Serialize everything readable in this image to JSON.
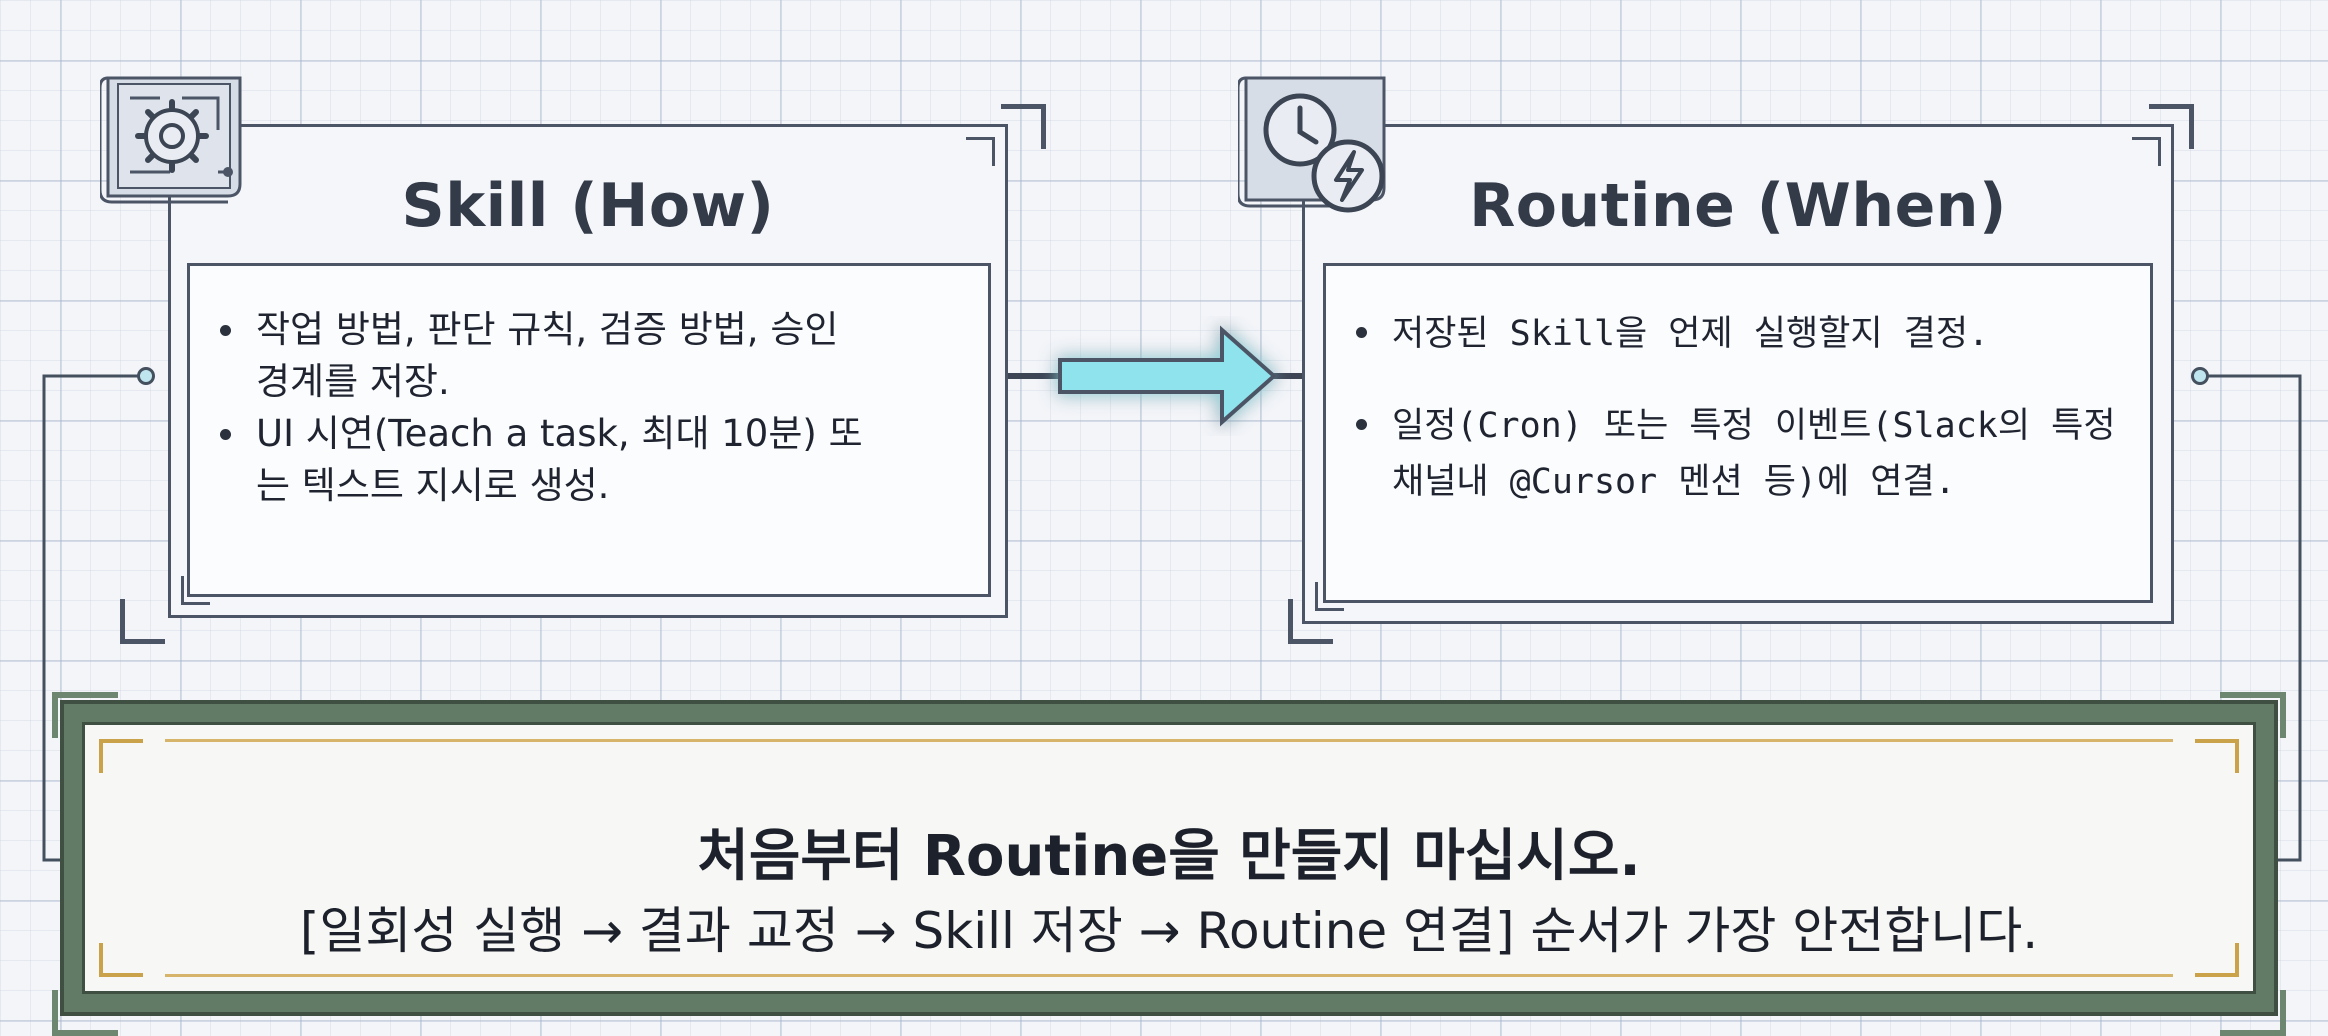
{
  "skill_panel": {
    "title": "Skill (How)",
    "icon": "gear-blueprint-icon",
    "bullets": [
      "작업 방법, 판단 규칙, 검증 방법, 승인 경계를 저장.",
      "UI 시연(Teach a task, 최대 10분) 또는 텍스트 지시로 생성."
    ]
  },
  "routine_panel": {
    "title": "Routine (When)",
    "icon": "clock-lightning-icon",
    "bullets": [
      "저장된 Skill을 언제 실행할지 결정.",
      "일정(Cron) 또는 특정 이벤트(Slack의 특정 채널내 @Cursor 멘션 등)에 연결."
    ]
  },
  "connector": {
    "icon": "right-arrow-icon",
    "color": "#8fe3ec"
  },
  "banner": {
    "title": "처음부터 Routine을 만들지 마십시오.",
    "subtitle": "[일회성 실행 → 결과 교정 → Skill 저장 → Routine 연결] 순서가 가장 안전합니다.",
    "frame_color": "#5f7a63",
    "accent_color": "#c9a24a"
  }
}
